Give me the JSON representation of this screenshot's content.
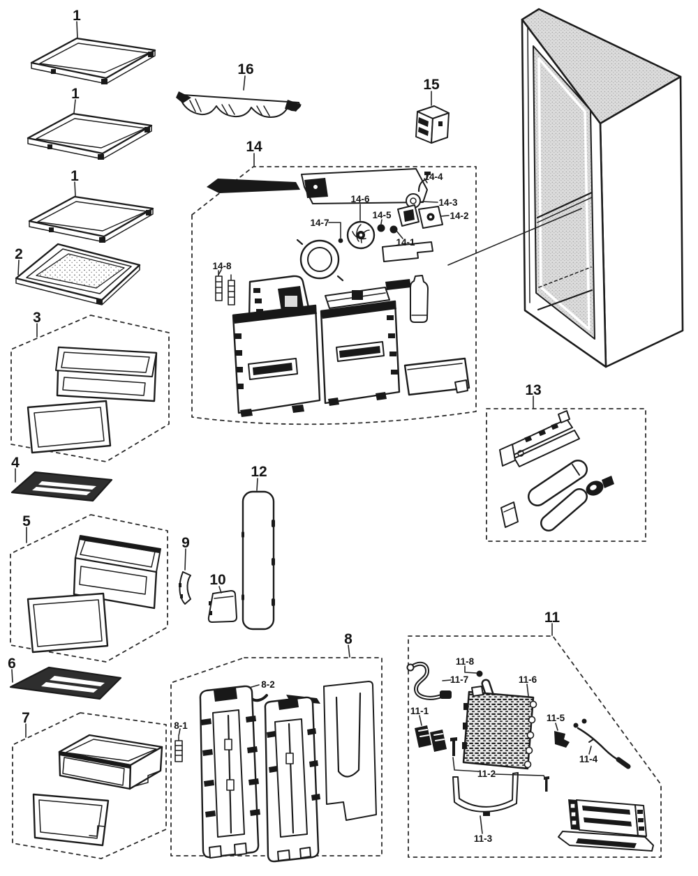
{
  "page": {
    "title": "Refrigerator exploded parts diagram",
    "background": "#ffffff",
    "ink": "#1b1b1b",
    "halftone": "#d8d8d8"
  },
  "labels": {
    "p1a": "1",
    "p1b": "1",
    "p1c": "1",
    "p2": "2",
    "p3": "3",
    "p4": "4",
    "p5": "5",
    "p6": "6",
    "p7": "7",
    "p8": "8",
    "p8_1": "8-1",
    "p8_2": "8-2",
    "p9": "9",
    "p10": "10",
    "p11": "11",
    "p11_1": "11-1",
    "p11_2": "11-2",
    "p11_3": "11-3",
    "p11_4": "11-4",
    "p11_5": "11-5",
    "p11_6": "11-6",
    "p11_7": "11-7",
    "p11_8": "11-8",
    "p12": "12",
    "p13": "13",
    "p14": "14",
    "p14_1": "14-1",
    "p14_2": "14-2",
    "p14_3": "14-3",
    "p14_4": "14-4",
    "p14_5": "14-5",
    "p14_6": "14-6",
    "p14_7": "14-7",
    "p14_8": "14-8",
    "p15": "15",
    "p16": "16"
  }
}
